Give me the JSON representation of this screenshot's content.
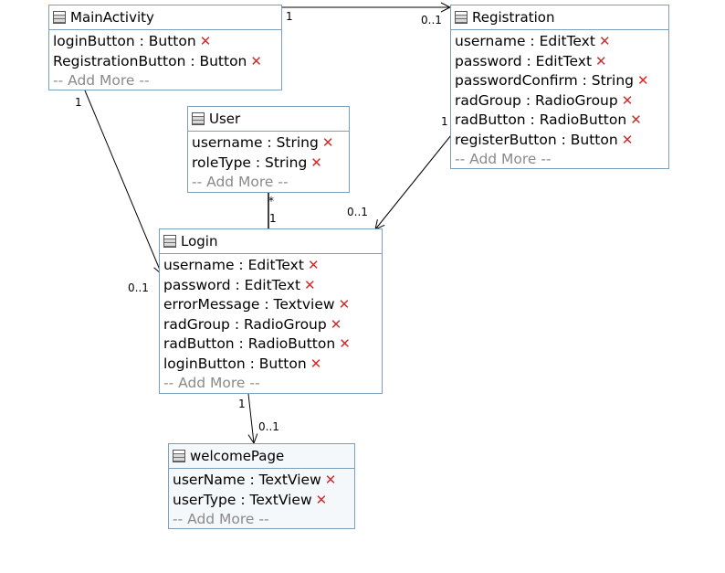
{
  "classes": {
    "main_activity": {
      "name": "MainActivity",
      "attributes": [
        "loginButton : Button",
        "RegistrationButton : Button"
      ],
      "add_more": "-- Add More --"
    },
    "registration": {
      "name": "Registration",
      "attributes": [
        "username : EditText",
        "password : EditText",
        "passwordConfirm : String",
        "radGroup : RadioGroup",
        "radButton : RadioButton",
        "registerButton : Button"
      ],
      "add_more": "-- Add More --"
    },
    "user": {
      "name": "User",
      "attributes": [
        "username : String",
        "roleType : String"
      ],
      "add_more": "-- Add More --"
    },
    "login": {
      "name": "Login",
      "attributes": [
        "username : EditText",
        "password : EditText",
        "errorMessage : Textview",
        "radGroup : RadioGroup",
        "radButton : RadioButton",
        "loginButton : Button"
      ],
      "add_more": "-- Add More --"
    },
    "welcome_page": {
      "name": "welcomePage",
      "attributes": [
        "userName : TextView",
        "userType : TextView"
      ],
      "add_more": "-- Add More --"
    }
  },
  "delete_glyph": "✕",
  "associations": {
    "main_to_registration": {
      "source_mult": "1",
      "target_mult": "0..1"
    },
    "main_to_login": {
      "source_mult": "1",
      "target_mult": "0..1"
    },
    "registration_to_login": {
      "source_mult": "1",
      "target_mult": "0..1"
    },
    "user_login": {
      "source_mult": "*",
      "target_mult": "1"
    },
    "login_to_welcome": {
      "source_mult": "1",
      "target_mult": "0..1"
    }
  },
  "colors": {
    "border": "#7c9fbd",
    "delete": "#d32a2a",
    "add_more": "#8a8a8a"
  }
}
